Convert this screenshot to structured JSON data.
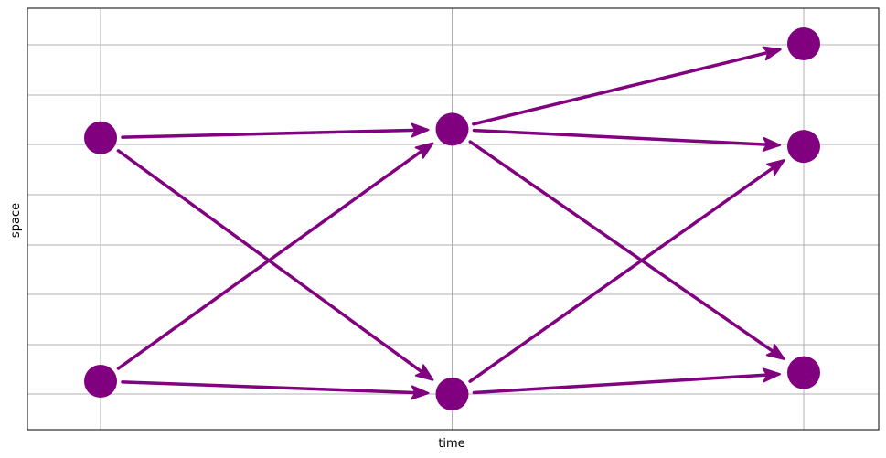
{
  "figure": {
    "xlabel": "time",
    "ylabel": "space"
  },
  "colors": {
    "node": "#800080",
    "edge": "#800080",
    "grid": "#b0b0b0",
    "frame": "#000000",
    "background": "#ffffff"
  },
  "chart_data": {
    "type": "scatter",
    "xlim": [
      0,
      10
    ],
    "ylim": [
      0,
      10
    ],
    "grid": true,
    "xticks": [
      1,
      6,
      11
    ],
    "yticks": [
      0.2,
      1.4,
      2.6,
      3.8,
      5.0,
      6.2,
      7.4,
      8.6
    ],
    "nodes": [
      {
        "id": "t0-top",
        "x": 1,
        "y": 6.8
      },
      {
        "id": "t0-bottom",
        "x": 1,
        "y": 1.1
      },
      {
        "id": "t1-top",
        "x": 6,
        "y": 7.0
      },
      {
        "id": "t1-bottom",
        "x": 6,
        "y": 0.8
      },
      {
        "id": "t2-top",
        "x": 11,
        "y": 9.0
      },
      {
        "id": "t2-mid",
        "x": 11,
        "y": 6.6
      },
      {
        "id": "t2-bottom",
        "x": 11,
        "y": 1.3
      }
    ],
    "edges": [
      {
        "from": "t0-top",
        "to": "t1-top"
      },
      {
        "from": "t0-top",
        "to": "t1-bottom"
      },
      {
        "from": "t0-bottom",
        "to": "t1-top"
      },
      {
        "from": "t0-bottom",
        "to": "t1-bottom"
      },
      {
        "from": "t1-top",
        "to": "t2-top"
      },
      {
        "from": "t1-top",
        "to": "t2-mid"
      },
      {
        "from": "t1-top",
        "to": "t2-bottom"
      },
      {
        "from": "t1-bottom",
        "to": "t2-mid"
      },
      {
        "from": "t1-bottom",
        "to": "t2-bottom"
      }
    ]
  }
}
